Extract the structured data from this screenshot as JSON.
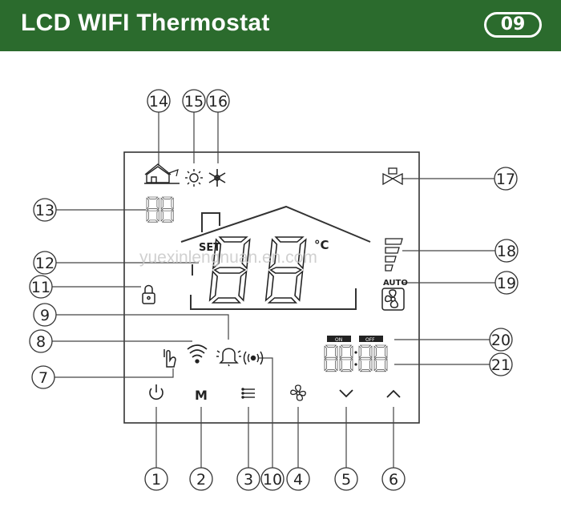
{
  "header": {
    "title": "LCD WIFI Thermostat",
    "page_number": "09"
  },
  "watermark": "yuexinlengnuan.en.com",
  "lcd": {
    "set_label": "SET",
    "unit": "°C",
    "auto_label": "AUTO",
    "on_label": "ON",
    "off_label": "OFF"
  },
  "buttons": [
    {
      "name": "power",
      "icon": "power-icon"
    },
    {
      "name": "mode",
      "icon": "M"
    },
    {
      "name": "menu",
      "icon": "menu-icon"
    },
    {
      "name": "fan",
      "icon": "fan-icon"
    },
    {
      "name": "down",
      "icon": "chevron-down-icon"
    },
    {
      "name": "up",
      "icon": "chevron-up-icon"
    }
  ],
  "callouts": {
    "c1": "1",
    "c2": "2",
    "c3": "3",
    "c4": "4",
    "c5": "5",
    "c6": "6",
    "c7": "7",
    "c8": "8",
    "c9": "9",
    "c10": "10",
    "c11": "11",
    "c12": "12",
    "c13": "13",
    "c14": "14",
    "c15": "15",
    "c16": "16",
    "c17": "17",
    "c18": "18",
    "c19": "19",
    "c20": "20",
    "c21": "21"
  }
}
